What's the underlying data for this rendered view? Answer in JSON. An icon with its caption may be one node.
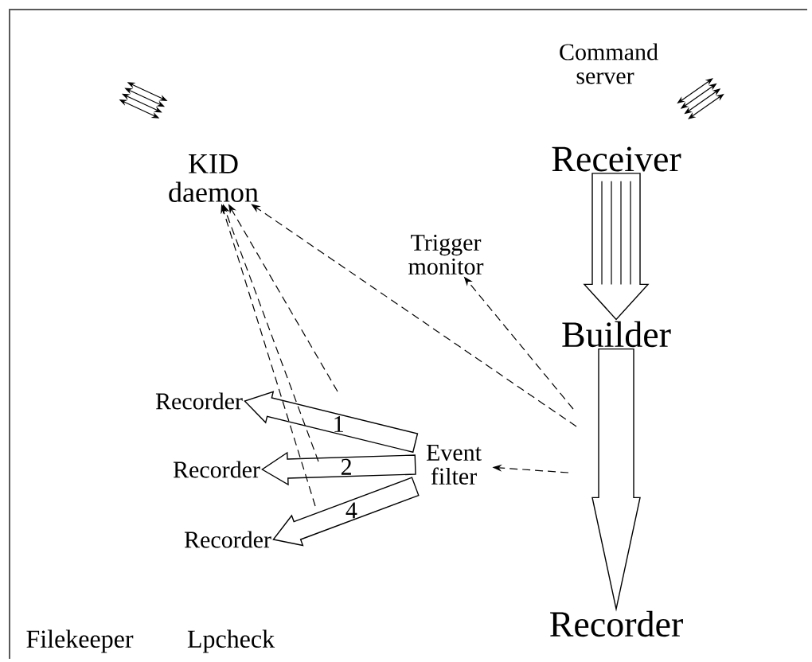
{
  "diagram": {
    "nodes": [
      {
        "text": [
          "Command server"
        ]
      },
      {
        "text": [
          "Receiver"
        ]
      },
      {
        "text": [
          "Builder"
        ]
      },
      {
        "text": [
          "Recorder"
        ]
      },
      {
        "text": [
          "KID daemon"
        ]
      },
      {
        "text": [
          "Trigger monitor"
        ]
      },
      {
        "text": [
          "Event filter"
        ]
      },
      {
        "text": [
          "Recorder"
        ]
      },
      {
        "text": [
          "Recorder"
        ]
      },
      {
        "text": [
          "Recorder"
        ]
      }
    ],
    "edges": [
      {
        "from": 1,
        "to": 2,
        "arrow": "to",
        "style": "thick"
      },
      {
        "from": 2,
        "to": 3,
        "arrow": "to",
        "style": "thick"
      },
      {
        "from": null,
        "to": 4,
        "arrow": "to",
        "style": "dashed"
      },
      {
        "from": null,
        "to": 5,
        "arrow": "to",
        "style": "dashed"
      },
      {
        "from": null,
        "to": 6,
        "arrow": "to",
        "style": "dashed"
      },
      {
        "from": 6,
        "to": 7,
        "arrow": "to",
        "style": "thick",
        "label": "1"
      },
      {
        "from": 6,
        "to": 8,
        "arrow": "to",
        "style": "thick",
        "label": "2"
      },
      {
        "from": 6,
        "to": 9,
        "arrow": "to",
        "style": "thick",
        "label": "4"
      },
      {
        "from": null,
        "to": 4,
        "arrow": "to",
        "style": "dashed"
      },
      {
        "from": null,
        "to": 4,
        "arrow": "to",
        "style": "dashed"
      },
      {
        "from": null,
        "to": 4,
        "arrow": "to",
        "style": "dashed"
      }
    ],
    "labels": [
      "Filekeeper",
      "Lpcheck"
    ]
  }
}
